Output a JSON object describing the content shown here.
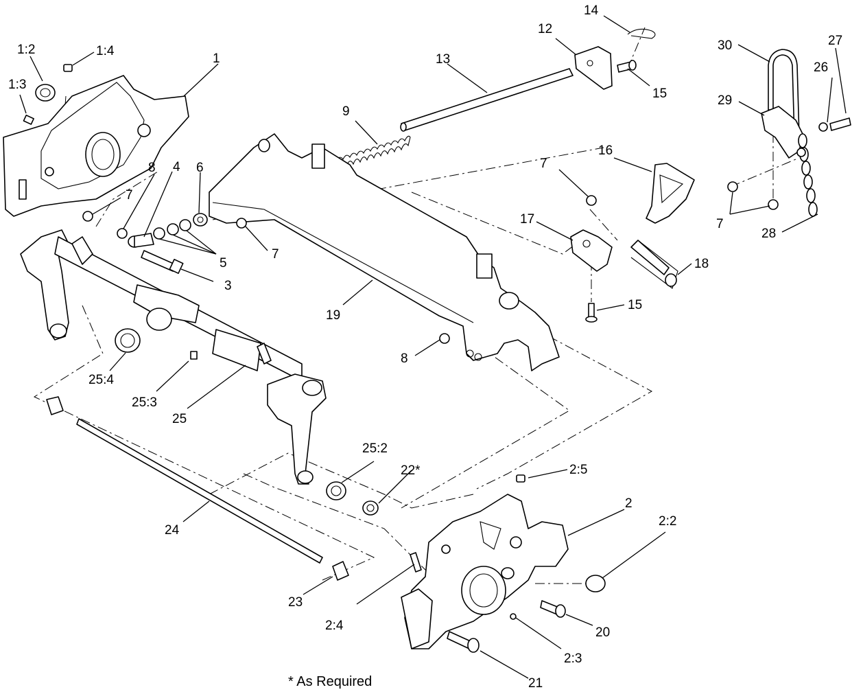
{
  "callouts": {
    "c1": "1",
    "c1_2": "1:2",
    "c1_3": "1:3",
    "c1_4": "1:4",
    "c2": "2",
    "c2_2": "2:2",
    "c2_3": "2:3",
    "c2_4": "2:4",
    "c2_5": "2:5",
    "c3": "3",
    "c4": "4",
    "c5": "5",
    "c6": "6",
    "c7a": "7",
    "c7b": "7",
    "c7c": "7",
    "c7d": "7",
    "c8a": "8",
    "c8b": "8",
    "c9": "9",
    "c12": "12",
    "c13": "13",
    "c14": "14",
    "c15a": "15",
    "c15b": "15",
    "c16": "16",
    "c17": "17",
    "c18": "18",
    "c19": "19",
    "c20": "20",
    "c21": "21",
    "c22": "22*",
    "c23": "23",
    "c24": "24",
    "c25": "25",
    "c25_2": "25:2",
    "c25_3": "25:3",
    "c25_4": "25:4",
    "c26": "26",
    "c27": "27",
    "c28": "28",
    "c29": "29",
    "c30": "30"
  },
  "footnote": "* As Required"
}
